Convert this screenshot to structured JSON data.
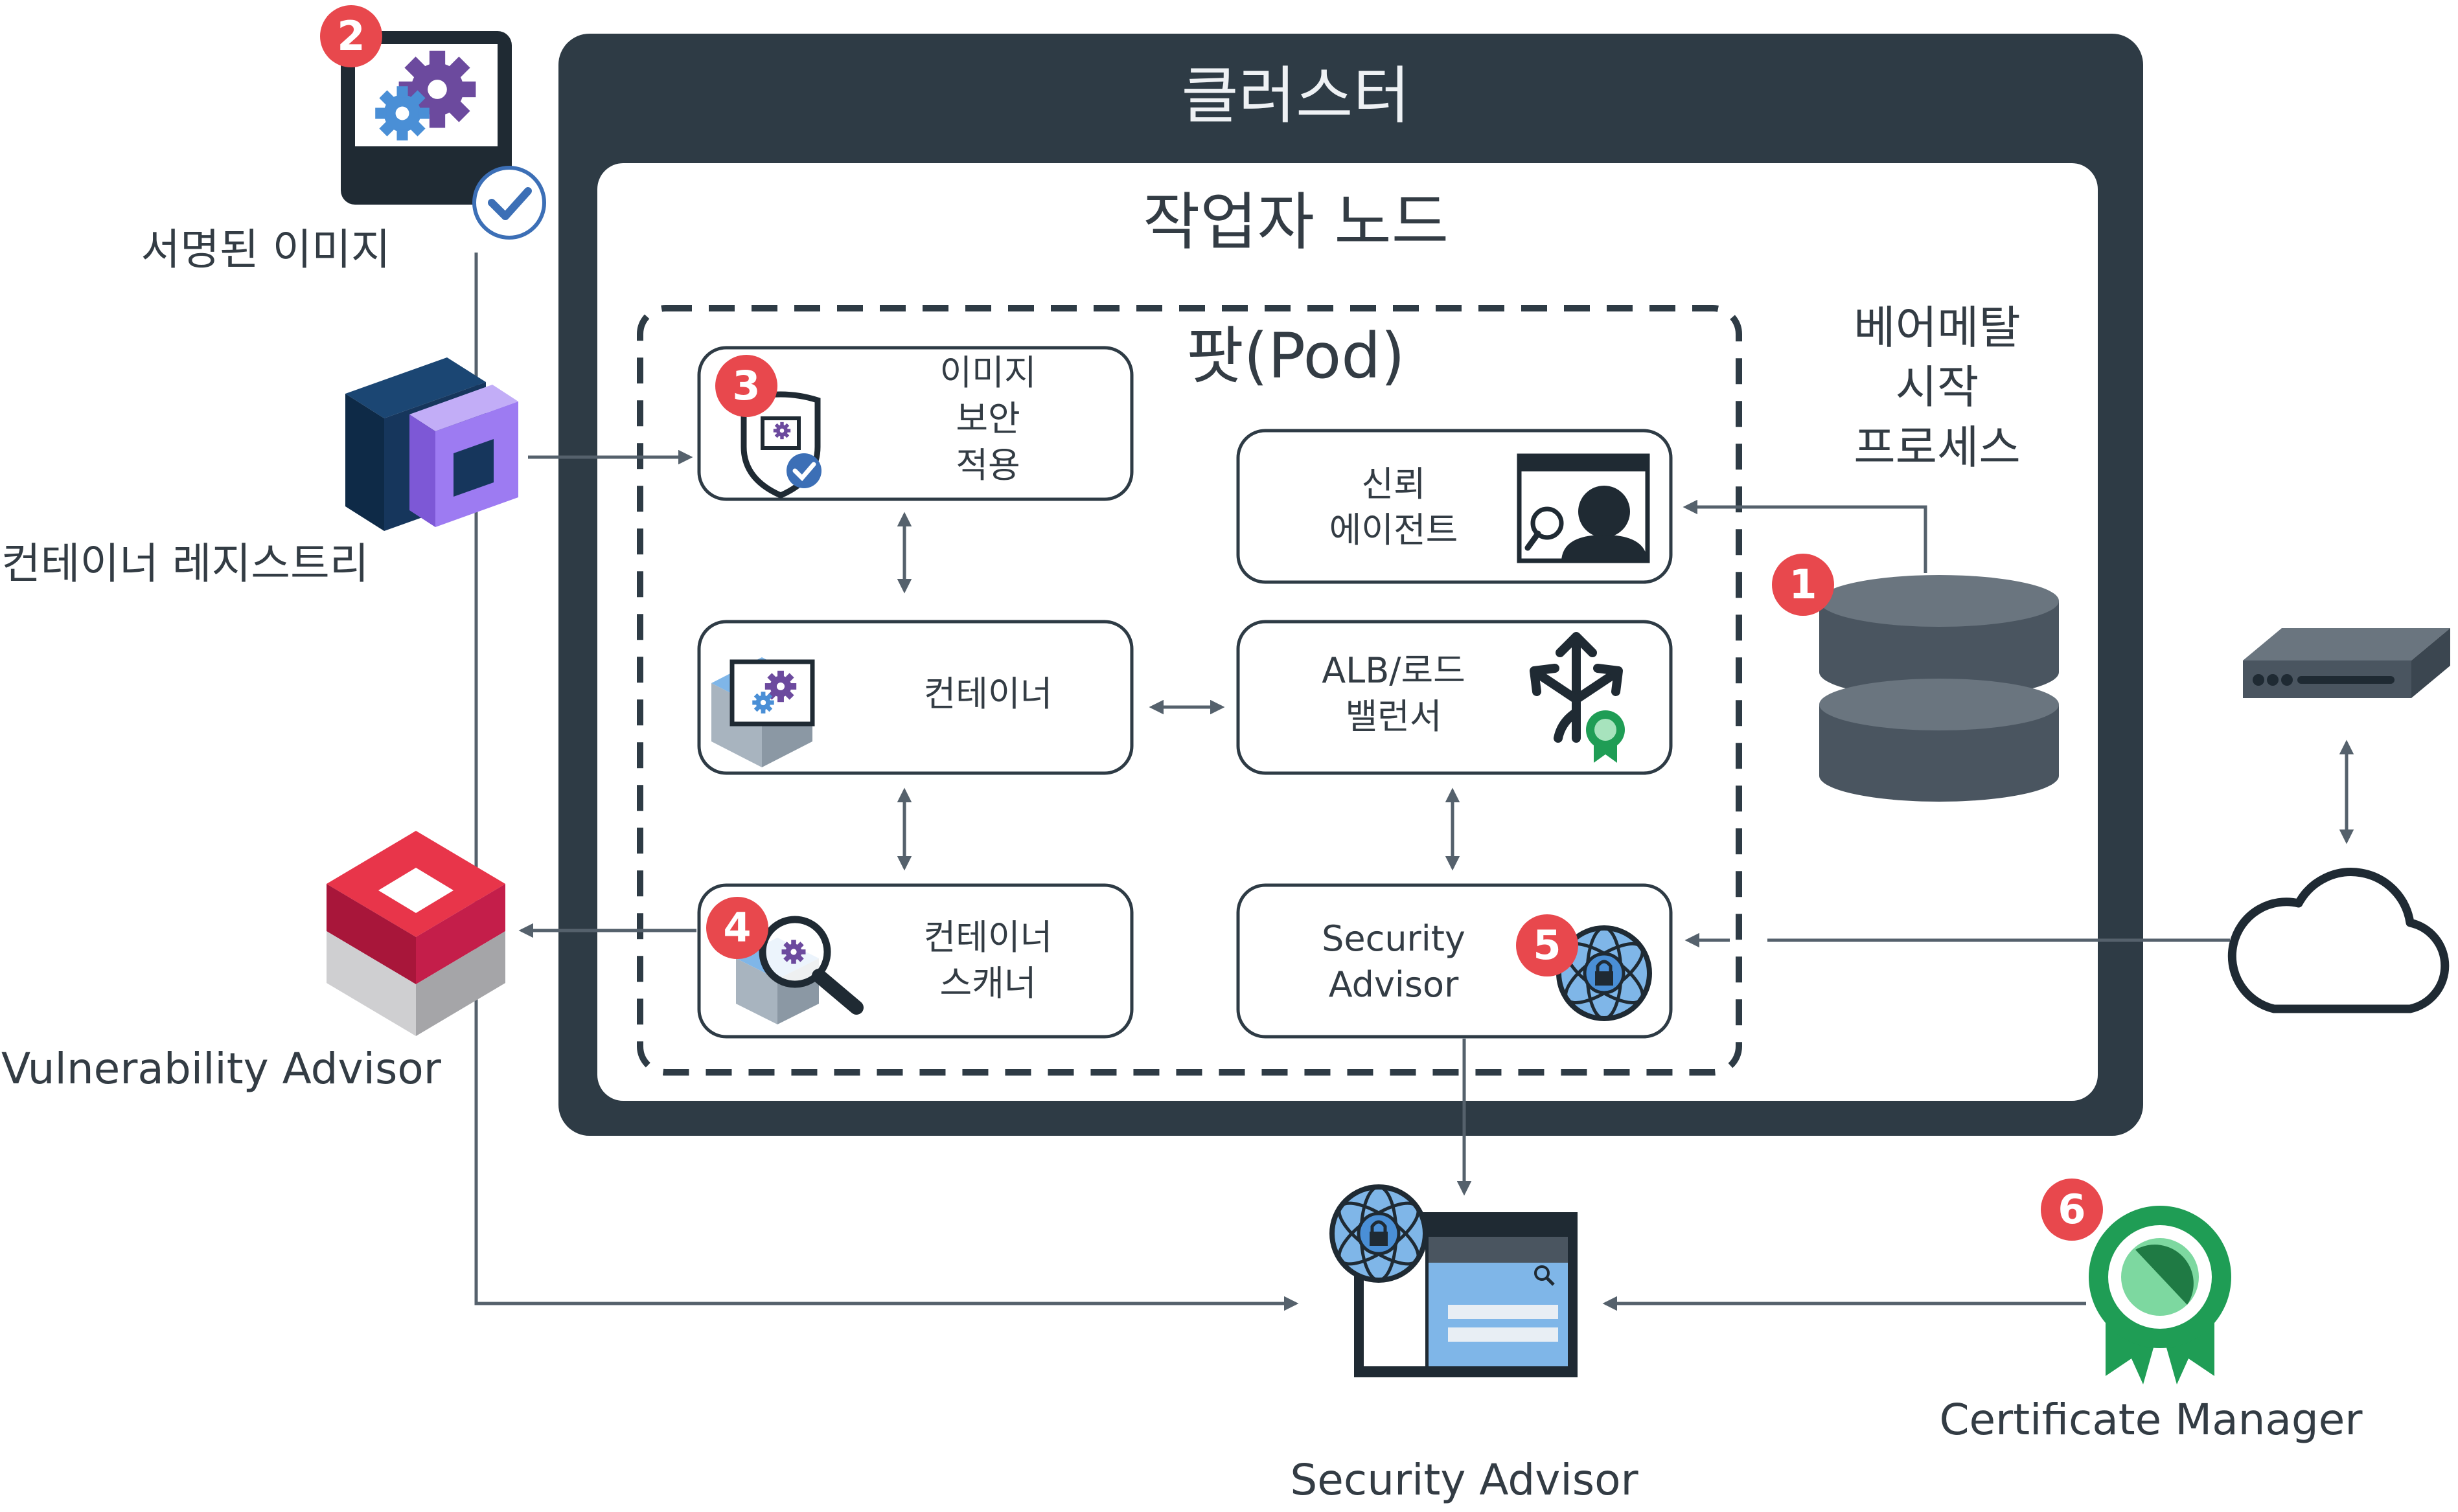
{
  "cluster": {
    "title": "클러스터"
  },
  "worker_node": {
    "title": "작업자 노드"
  },
  "pod": {
    "title": "팟(Pod)"
  },
  "bare_metal": {
    "label": "베어메탈\n시작\n프로세스"
  },
  "boxes": {
    "image_security": "이미지\n보안\n적용",
    "trust_agent": "신뢰\n에이전트",
    "container": "컨테이너",
    "alb": "ALB/로드\n밸런서",
    "container_scanner": "컨테이너\n스캐너",
    "security_advisor_pod": "Security\nAdvisor"
  },
  "external": {
    "signed_image": "서명된 이미지",
    "container_registry": "컨테이너 레지스트리",
    "vulnerability_advisor": "Vulnerability Advisor",
    "security_advisor": "Security Advisor",
    "certificate_manager": "Certificate Manager"
  },
  "badges": [
    "1",
    "2",
    "3",
    "4",
    "5",
    "6"
  ],
  "colors": {
    "dark": "#2e3b45",
    "badge": "#e8484d",
    "gear_purple": "#6c4a9e",
    "gear_blue": "#4a8fd6",
    "green": "#1f9d55",
    "registry_purple": "#9d7bf2",
    "registry_navy": "#16365c",
    "advisor_red": "#c41e4a"
  },
  "icons": [
    "gear-icon",
    "checkmark-icon",
    "shield-icon",
    "magnifier-icon",
    "person-icon",
    "network-icon",
    "database-icon",
    "cloud-icon",
    "router-icon",
    "globe-lock-icon",
    "certificate-ribbon-icon"
  ]
}
